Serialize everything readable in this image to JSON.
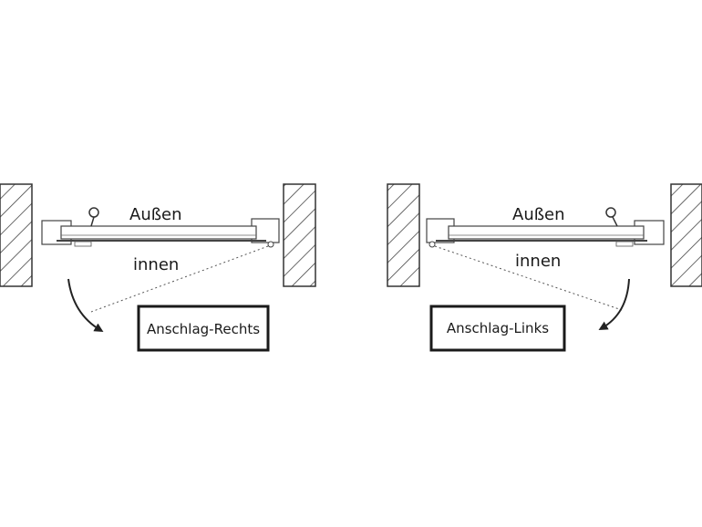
{
  "left": {
    "outside_label": "Außen",
    "inside_label": "innen",
    "box_label": "Anschlag-Rechts"
  },
  "right": {
    "outside_label": "Außen",
    "inside_label": "innen",
    "box_label": "Anschlag-Links"
  },
  "colors": {
    "line": "#333333",
    "hatch": "#444444",
    "text": "#1a1a1a"
  }
}
